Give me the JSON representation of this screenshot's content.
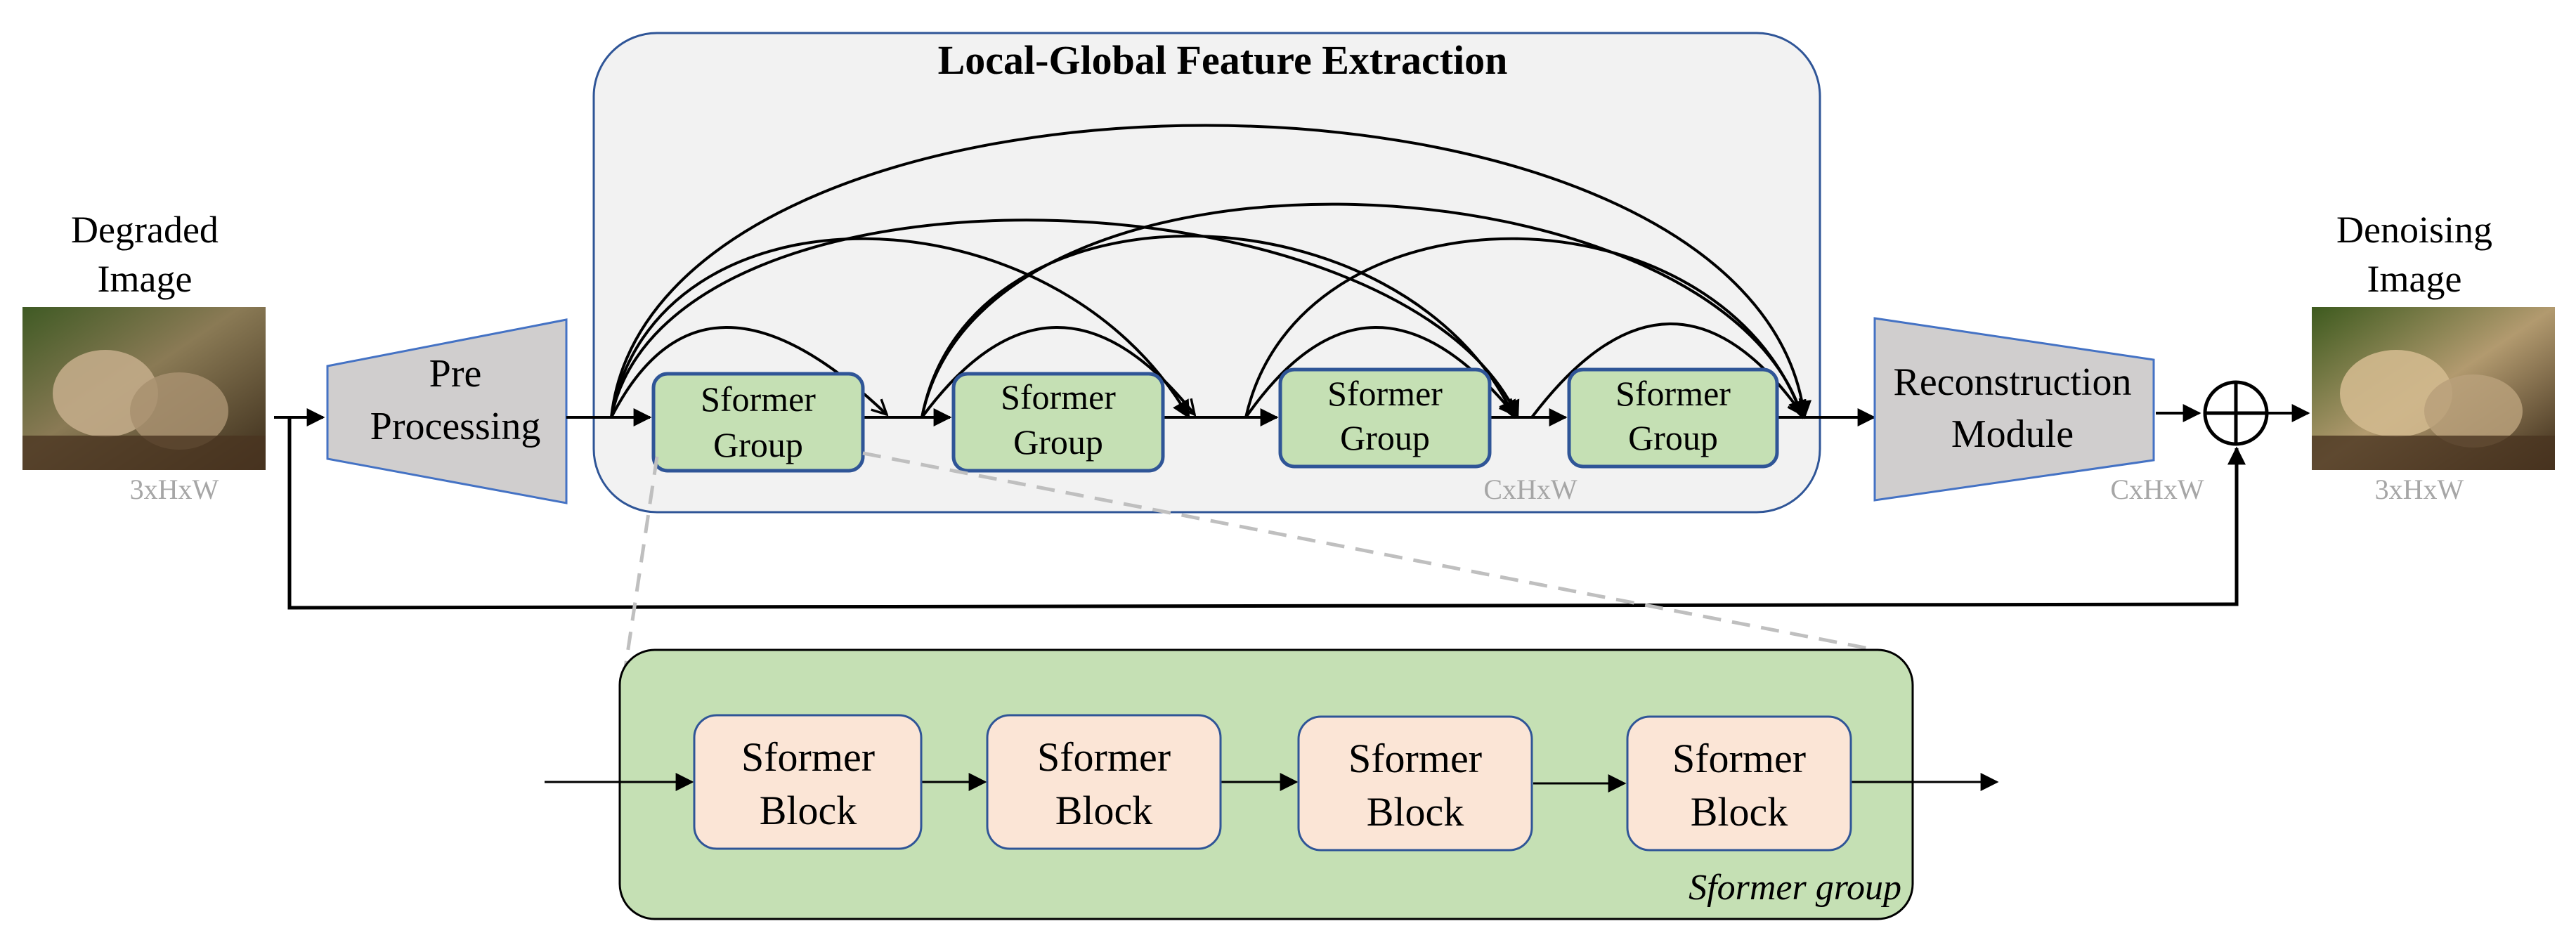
{
  "title": "Local-Global Feature Extraction",
  "input": {
    "label_line1": "Degraded",
    "label_line2": "Image",
    "dim": "3xHxW"
  },
  "output": {
    "label_line1": "Denoising",
    "label_line2": "Image",
    "dim": "3xHxW"
  },
  "pre_processing": {
    "line1": "Pre",
    "line2": "Processing"
  },
  "reconstruction": {
    "line1": "Reconstruction",
    "line2": "Module",
    "dim": "CxHxW"
  },
  "feature_dim": "CxHxW",
  "sformer_groups": [
    {
      "line1": "Sformer",
      "line2": "Group"
    },
    {
      "line1": "Sformer",
      "line2": "Group"
    },
    {
      "line1": "Sformer",
      "line2": "Group"
    },
    {
      "line1": "Sformer",
      "line2": "Group"
    }
  ],
  "sformer_blocks": [
    {
      "line1": "Sformer",
      "line2": "Block"
    },
    {
      "line1": "Sformer",
      "line2": "Block"
    },
    {
      "line1": "Sformer",
      "line2": "Block"
    },
    {
      "line1": "Sformer",
      "line2": "Block"
    }
  ],
  "group_caption": "Sformer group",
  "colors": {
    "panel_fill": "#f2f2f2",
    "panel_stroke": "#2f5597",
    "group_fill": "#c5e0b4",
    "block_fill": "#fbe5d6",
    "trapezoid_fill": "#d0cece",
    "dim_text": "#a6a6a6"
  }
}
